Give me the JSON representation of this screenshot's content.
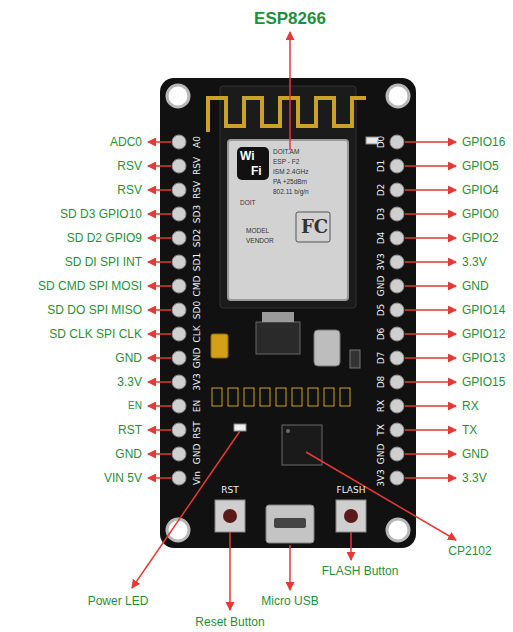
{
  "diagram": {
    "labels": [
      "ESP8266",
      "ADC0",
      "RSV",
      "RSV",
      "SD D3 GPIO10",
      "SD D2 GPIO9",
      "SD DI SPI INT",
      "SD CMD SPI MOSI",
      "SD DO SPI MISO",
      "SD CLK SPI CLK",
      "GND",
      "3.3V",
      "EN",
      "RST",
      "GND",
      "VIN 5V",
      "GPIO16",
      "GPIO5",
      "GPIO4",
      "GPIO0",
      "GPIO2",
      "3.3V",
      "GND",
      "GPIO14",
      "GPIO12",
      "GPIO13",
      "GPIO15",
      "RX",
      "TX",
      "GND",
      "3.3V",
      "Power LED",
      "Reset Button",
      "Micro USB",
      "FLASH Button",
      "CP2102",
      "A0",
      "RSV",
      "RSV",
      "SD3",
      "SD2",
      "SD1",
      "CMD",
      "SD0",
      "CLK",
      "GND",
      "3V3",
      "EN",
      "RST",
      "GND",
      "Vin",
      "D0",
      "D1",
      "D2",
      "D3",
      "D4",
      "3V3",
      "GND",
      "D5",
      "D6",
      "D7",
      "D8",
      "RX",
      "TX",
      "GND",
      "3V3",
      "RST",
      "FLASH",
      "Wi",
      "Fi",
      "DOIT.AM",
      "ESP - F2",
      "ISM 2.4GHz",
      "PA +25dBm",
      "802.11 b/g/n",
      "DOIT",
      "MODEL",
      "VENDOR",
      "FC"
    ]
  }
}
